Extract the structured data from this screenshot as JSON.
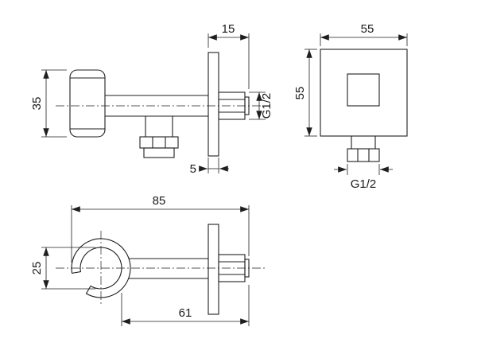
{
  "drawing": {
    "type": "technical-dimension-drawing",
    "subject": "wall outlet with hand-shower holder",
    "line_color": "#1f1f1f",
    "background": "#ffffff",
    "views": {
      "side": {
        "dim_depth": "15",
        "dim_height": "35",
        "thread": "G1/2",
        "dim_plate": "5"
      },
      "front": {
        "dim_width": "55",
        "dim_height": "55",
        "thread": "G1/2"
      },
      "top": {
        "dim_total": "85",
        "dim_inner": "25",
        "dim_outlet": "61"
      }
    }
  }
}
